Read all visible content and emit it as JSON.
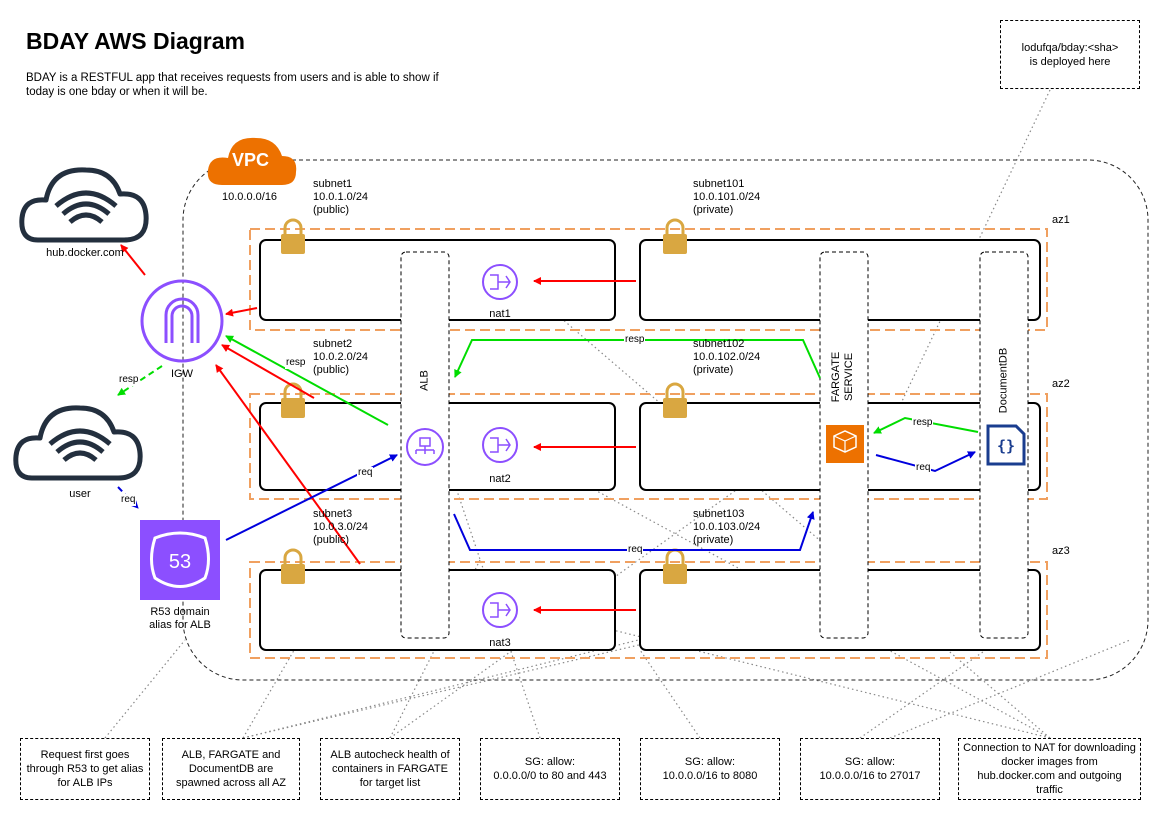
{
  "title": "BDAY AWS Diagram",
  "description": "BDAY is a RESTFUL app that receives requests from users and is able to show if today is one bday or when it will be.",
  "vpc": {
    "label": "VPC",
    "cidr": "10.0.0.0/16"
  },
  "azs": [
    "az1",
    "az2",
    "az3"
  ],
  "subnets": [
    {
      "name": "subnet1",
      "cidr": "10.0.1.0/24",
      "type": "(public)"
    },
    {
      "name": "subnet2",
      "cidr": "10.0.2.0/24",
      "type": "(public)"
    },
    {
      "name": "subnet3",
      "cidr": "10.0.3.0/24",
      "type": "(public)"
    },
    {
      "name": "subnet101",
      "cidr": "10.0.101.0/24",
      "type": "(private)"
    },
    {
      "name": "subnet102",
      "cidr": "10.0.102.0/24",
      "type": "(private)"
    },
    {
      "name": "subnet103",
      "cidr": "10.0.103.0/24",
      "type": "(private)"
    }
  ],
  "nodes": {
    "hub": "hub.docker.com",
    "igw": "IGW",
    "user": "user",
    "r53": "R53 domain\nalias for ALB",
    "alb": "ALB",
    "fargate": "FARGATE\nSERVICE",
    "documentdb": "DocumentDB",
    "nat1": "nat1",
    "nat2": "nat2",
    "nat3": "nat3",
    "r53_number": "53"
  },
  "edge_labels": {
    "resp": "resp",
    "req": "req"
  },
  "notes": {
    "deploy": "lodufqa/bday:<sha>\nis deployed here",
    "r53": "Request first goes through R53 to get alias for ALB IPs",
    "spawn": "ALB, FARGATE and DocumentDB are spawned across all AZ",
    "health": "ALB autocheck health of containers in FARGATE for target list",
    "sg1": "SG: allow:\n0.0.0.0/0 to 80 and 443",
    "sg2": "SG: allow:\n10.0.0.0/16 to 8080",
    "sg3": "SG: allow:\n10.0.0.0/16 to 27017",
    "nat": "Connection to NAT for downloading docker images from hub.docker.com and outgoing traffic"
  },
  "colors": {
    "orange": "#ED7100",
    "aws_purple": "#8C4FFF",
    "r53_purple": "#7E3FD8",
    "red": "#FF0000",
    "green": "#00DD00",
    "blue": "#0000DD",
    "lock": "#D9A741",
    "docdb": "#1A3D8F"
  }
}
